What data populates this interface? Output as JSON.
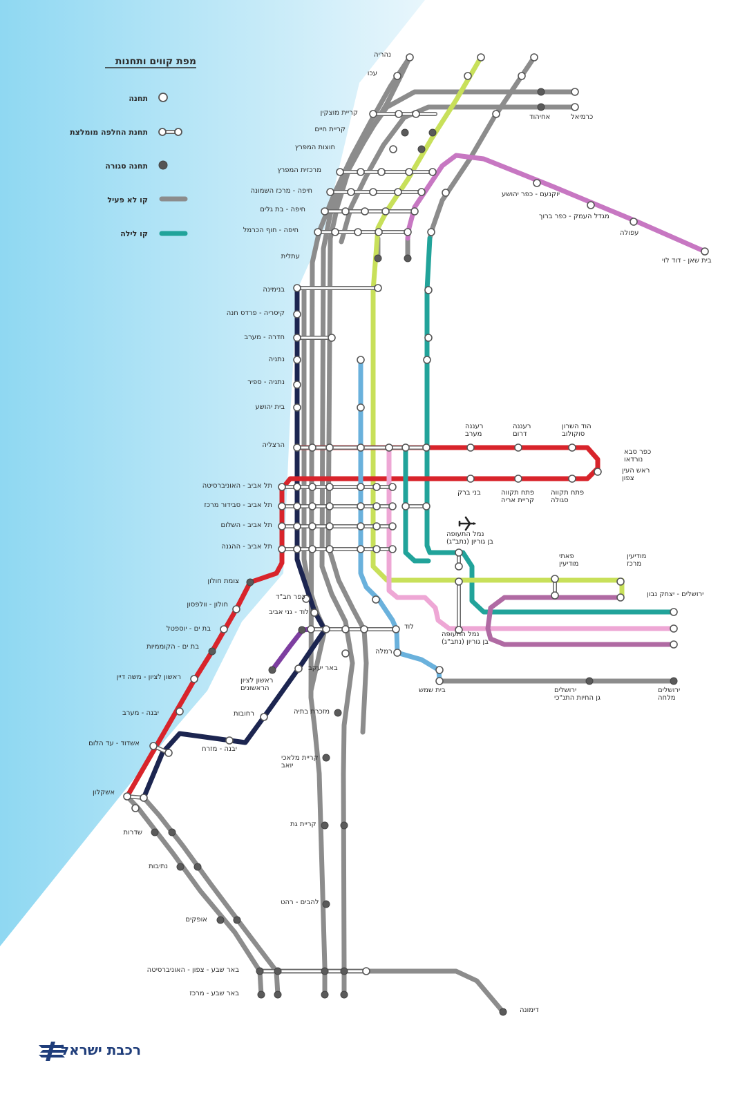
{
  "legend": {
    "title": "מפת קווים ותחנות",
    "items": [
      {
        "key": "station",
        "label": "תחנה"
      },
      {
        "key": "interchange",
        "label": "תחנת החלפה מומלצת"
      },
      {
        "key": "closed",
        "label": "תחנה סגורה"
      },
      {
        "key": "inactive",
        "label": "קו לא פעיל"
      },
      {
        "key": "night",
        "label": "קו לילה"
      }
    ]
  },
  "logo": {
    "text": "רכבת ישראל"
  },
  "colors": {
    "sea_light": "#e8f6fc",
    "sea": "#8fd8f2",
    "gray": "#8c8c8c",
    "night": "#21a39a",
    "navy": "#1c2550",
    "red": "#d8242b",
    "blue": "#6ab1dc",
    "lime": "#c8e05a",
    "lavender": "#c777c2",
    "pink": "#eea7d5",
    "mauve": "#b06aa3",
    "purple": "#7d3ea0"
  },
  "stations": [
    {
      "id": "nahariya",
      "label": "נהריה"
    },
    {
      "id": "akko",
      "label": "עכו"
    },
    {
      "id": "kiryat_motzkin",
      "label": "קריית מוצקין"
    },
    {
      "id": "kiryat_haim",
      "label": "קריית חיים"
    },
    {
      "id": "hutzot",
      "label": "חוצות המפרץ"
    },
    {
      "id": "merkazit",
      "label": "מרכזית המפרץ"
    },
    {
      "id": "haifa_hashmona",
      "label": "חיפה - מרכז השמונה"
    },
    {
      "id": "haifa_bat_galim",
      "label": "חיפה - בת גלים"
    },
    {
      "id": "haifa_hof",
      "label": "חיפה - חוף הכרמל"
    },
    {
      "id": "atlit",
      "label": "עתלית"
    },
    {
      "id": "binyamina",
      "label": "בנימינה"
    },
    {
      "id": "caesarea",
      "label": "קיסריה - פרדס חנה"
    },
    {
      "id": "hadera",
      "label": "חדרה - מערב"
    },
    {
      "id": "netanya",
      "label": "נתניה"
    },
    {
      "id": "netanya_sapir",
      "label": "נתניה - ספיר"
    },
    {
      "id": "beit_yehoshua",
      "label": "בית יהושע"
    },
    {
      "id": "herzliya",
      "label": "הרצליה"
    },
    {
      "id": "ta_university",
      "label": "תל אביב - האוניברסיטה"
    },
    {
      "id": "ta_savidor",
      "label": "תל אביב - סבידור מרכז"
    },
    {
      "id": "ta_hashalom",
      "label": "תל אביב - השלום"
    },
    {
      "id": "ta_hahagana",
      "label": "תל אביב - ההגנה"
    },
    {
      "id": "holon_junction",
      "label": "צומת חולון"
    },
    {
      "id": "holon_wolfson",
      "label": "חולון - וולפסון"
    },
    {
      "id": "bat_yam_yoseftal",
      "label": "בת ים - יוספטל"
    },
    {
      "id": "bat_yam_komemiyut",
      "label": "בת ים - הקוממיות"
    },
    {
      "id": "rishon_moshe_dayan",
      "label": "ראשון לציון - משה דיין"
    },
    {
      "id": "yavne_west",
      "label": "יבנה - מערב"
    },
    {
      "id": "ashdod",
      "label": "אשדוד - עד הלום"
    },
    {
      "id": "ashkelon",
      "label": "אשקלון"
    },
    {
      "id": "sderot",
      "label": "שדרות"
    },
    {
      "id": "netivot",
      "label": "נתיבות"
    },
    {
      "id": "ofakim",
      "label": "אופקים"
    },
    {
      "id": "bs_north",
      "label": "באר שבע - צפון - האוניברסיטה"
    },
    {
      "id": "bs_center",
      "label": "באר שבע - מרכז"
    },
    {
      "id": "dimona",
      "label": "דימונה"
    },
    {
      "id": "karmiel",
      "label": "כרמיאל"
    },
    {
      "id": "ahihud",
      "label": "אחיהוד"
    },
    {
      "id": "yokneam",
      "label": "יוקנעם - כפר יהושע"
    },
    {
      "id": "migdal_haemek",
      "label": "מגדל העמק - כפר ברוך"
    },
    {
      "id": "afula",
      "label": "עפולה"
    },
    {
      "id": "beit_shean",
      "label": "בית שאן - דוד לוי"
    },
    {
      "id": "raanana_west",
      "label": "רעננה\nמערב"
    },
    {
      "id": "raanana_south",
      "label": "רעננה\nדרום"
    },
    {
      "id": "hod_hasharon",
      "label": "הוד השרון\nסוקולוב"
    },
    {
      "id": "kfar_saba",
      "label": "כפר סבא\nנורדאו"
    },
    {
      "id": "rosh_haayin",
      "label": "ראש העין\nצפון"
    },
    {
      "id": "bnei_brak",
      "label": "בני ברק"
    },
    {
      "id": "pt_kiryat_arye",
      "label": "פתח תקווה\nקריית אריה"
    },
    {
      "id": "pt_segula",
      "label": "פתח תקווה\nסגולה"
    },
    {
      "id": "airport_top",
      "label": "נמל התעופה\nבן גוריון (נתב\"ג)"
    },
    {
      "id": "paatei_modiin",
      "label": "פאתי\nמודיעין"
    },
    {
      "id": "modiin_center",
      "label": "מודיעין\nמרכז"
    },
    {
      "id": "jerusalem_navon",
      "label": "ירושלים - יצחק נבון"
    },
    {
      "id": "airport_bottom",
      "label": "נמל התעופה\nבן גוריון (נתב\"ג)"
    },
    {
      "id": "kfar_habad",
      "label": "כפר חב\"ד"
    },
    {
      "id": "lod_ganei_aviv",
      "label": "לוד - גני אביב"
    },
    {
      "id": "lod",
      "label": "לוד"
    },
    {
      "id": "ramla",
      "label": "רמלה"
    },
    {
      "id": "rishon_harishonim",
      "label": "ראשון לציון\nהראשונים"
    },
    {
      "id": "beer_yaakov",
      "label": "באר יעקב"
    },
    {
      "id": "rehovot",
      "label": "רחובות"
    },
    {
      "id": "yavne_east",
      "label": "יבנה - מזרח"
    },
    {
      "id": "mazkeret_batya",
      "label": "מזכרת בתיה"
    },
    {
      "id": "kiryat_malakhi",
      "label": "קריית מלאכי\nיואב"
    },
    {
      "id": "kiryat_gat",
      "label": "קריית גת"
    },
    {
      "id": "lehavim",
      "label": "להבים - רהט"
    },
    {
      "id": "beit_shemesh",
      "label": "בית שמש"
    },
    {
      "id": "jerusalem_zoo",
      "label": "ירושלים\nגן החיות התנ\"כי"
    },
    {
      "id": "jerusalem_malha",
      "label": "ירושלים\nמלחה"
    }
  ]
}
